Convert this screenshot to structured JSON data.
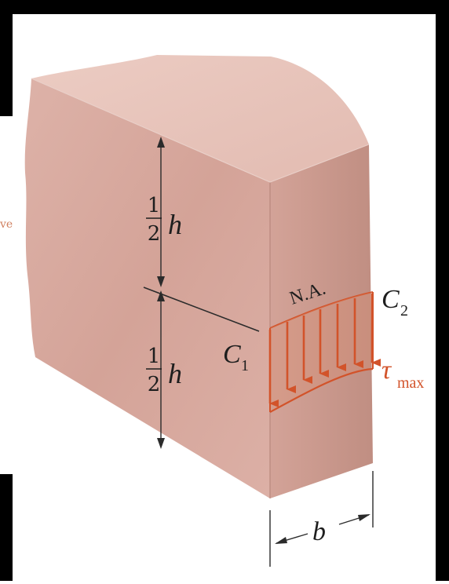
{
  "labels": {
    "half_num": "1",
    "half_den": "2",
    "h": "h",
    "na": "N.A.",
    "c1_base": "C",
    "c1_sub": "1",
    "c2_base": "C",
    "c2_sub": "2",
    "tau": "τ",
    "tau_sub": "max",
    "b": "b",
    "left_fragment": "ve"
  },
  "colors": {
    "background_dark": "#000000",
    "block_front": "#d9aaa0",
    "block_top": "#e7c3b9",
    "block_side": "#c7978c",
    "stress_arrows": "#d2532a",
    "dimension_lines": "#2b2b2b",
    "text": "#1e1e1e"
  }
}
